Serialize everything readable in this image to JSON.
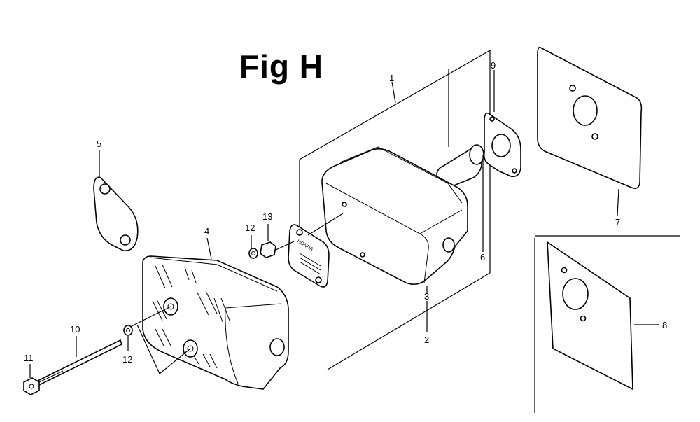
{
  "figure": {
    "title": "Fig H"
  },
  "callouts": {
    "c1": "1",
    "c2": "2",
    "c3": "3",
    "c4": "4",
    "c5": "5",
    "c6": "6",
    "c7": "7",
    "c8": "8",
    "c9": "9",
    "c10": "10",
    "c11": "11",
    "c12a": "12",
    "c12b": "12",
    "c13": "13"
  },
  "parts": {
    "muffler_label": "HONDA"
  }
}
